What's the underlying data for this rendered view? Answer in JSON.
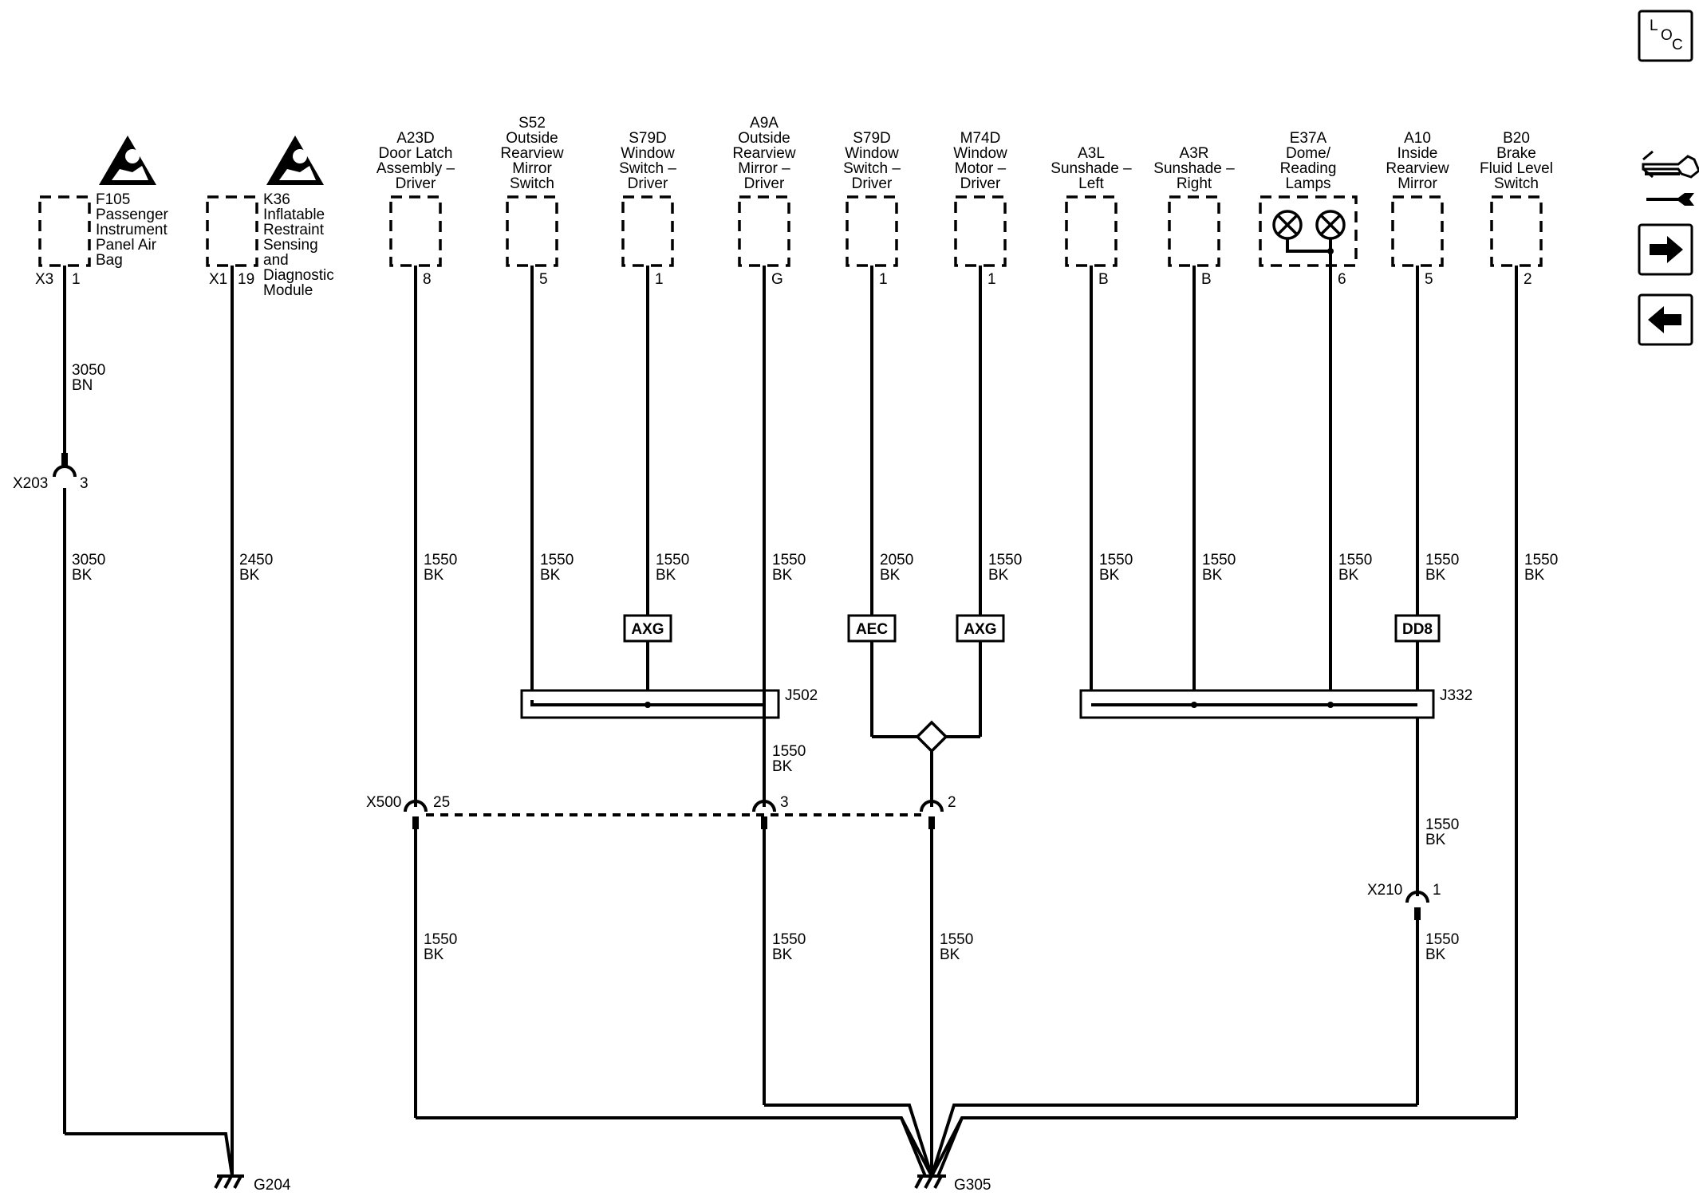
{
  "components": [
    {
      "id": "F105",
      "label": [
        "F105",
        "Passenger",
        "Instrument",
        "Panel Air",
        "Bag"
      ],
      "connector": "X3",
      "pin": "1"
    },
    {
      "id": "K36",
      "label": [
        "K36",
        "Inflatable",
        "Restraint",
        "Sensing",
        "and",
        "Diagnostic",
        "Module"
      ],
      "connector": "X1",
      "pin": "19"
    },
    {
      "id": "A23D",
      "label": [
        "A23D",
        "Door Latch",
        "Assembly –",
        "Driver"
      ],
      "pin": "8"
    },
    {
      "id": "S52",
      "label": [
        "S52",
        "Outside",
        "Rearview",
        "Mirror",
        "Switch"
      ],
      "pin": "5"
    },
    {
      "id": "S79D-a",
      "label": [
        "S79D",
        "Window",
        "Switch –",
        "Driver"
      ],
      "pin": "1"
    },
    {
      "id": "A9A",
      "label": [
        "A9A",
        "Outside",
        "Rearview",
        "Mirror –",
        "Driver"
      ],
      "pin": "G"
    },
    {
      "id": "S79D-b",
      "label": [
        "S79D",
        "Window",
        "Switch –",
        "Driver"
      ],
      "pin": "1"
    },
    {
      "id": "M74D",
      "label": [
        "M74D",
        "Window",
        "Motor –",
        "Driver"
      ],
      "pin": "1"
    },
    {
      "id": "A3L",
      "label": [
        "A3L",
        "Sunshade –",
        "Left"
      ],
      "pin": "B"
    },
    {
      "id": "A3R",
      "label": [
        "A3R",
        "Sunshade –",
        "Right"
      ],
      "pin": "B"
    },
    {
      "id": "E37A",
      "label": [
        "E37A",
        "Dome/",
        "Reading",
        "Lamps"
      ],
      "pin": "6"
    },
    {
      "id": "A10",
      "label": [
        "A10",
        "Inside",
        "Rearview",
        "Mirror"
      ],
      "pin": "5"
    },
    {
      "id": "B20",
      "label": [
        "B20",
        "Brake",
        "Fluid Level",
        "Switch"
      ],
      "pin": "2"
    }
  ],
  "wires": {
    "f105_upper": [
      "3050",
      "BN"
    ],
    "f105_lower": [
      "3050",
      "BK"
    ],
    "k36": [
      "2450",
      "BK"
    ],
    "a23d": [
      "1550",
      "BK"
    ],
    "s52": [
      "1550",
      "BK"
    ],
    "s79d_a": [
      "1550",
      "BK"
    ],
    "a9a": [
      "1550",
      "BK"
    ],
    "s79d_b": [
      "2050",
      "BK"
    ],
    "m74d": [
      "1550",
      "BK"
    ],
    "a3l": [
      "1550",
      "BK"
    ],
    "a3r": [
      "1550",
      "BK"
    ],
    "e37a": [
      "1550",
      "BK"
    ],
    "a10": [
      "1550",
      "BK"
    ],
    "b20": [
      "1550",
      "BK"
    ],
    "j502_out": [
      "1550",
      "BK"
    ],
    "x500_25_below": [
      "1550",
      "BK"
    ],
    "x500_3_below": [
      "1550",
      "BK"
    ],
    "x500_2_below": [
      "1550",
      "BK"
    ],
    "a10_mid": [
      "1550",
      "BK"
    ],
    "x210_below": [
      "1550",
      "BK"
    ]
  },
  "option_codes": {
    "s79d_a": "AXG",
    "s79d_b": "AEC",
    "m74d": "AXG",
    "a10": "DD8"
  },
  "splices": {
    "j502": "J502",
    "j332": "J332"
  },
  "connectors": {
    "x203": {
      "name": "X203",
      "pin": "3"
    },
    "x500": {
      "name": "X500",
      "pins": [
        "25",
        "3",
        "2"
      ]
    },
    "x210": {
      "name": "X210",
      "pin": "1"
    }
  },
  "grounds": {
    "g204": "G204",
    "g305": "G305"
  },
  "nav": {
    "loc": {
      "l": "L",
      "o": "O",
      "c": "C"
    },
    "icons": [
      "connector-wrench-icon",
      "arrow-right-icon",
      "arrow-left-icon"
    ]
  }
}
